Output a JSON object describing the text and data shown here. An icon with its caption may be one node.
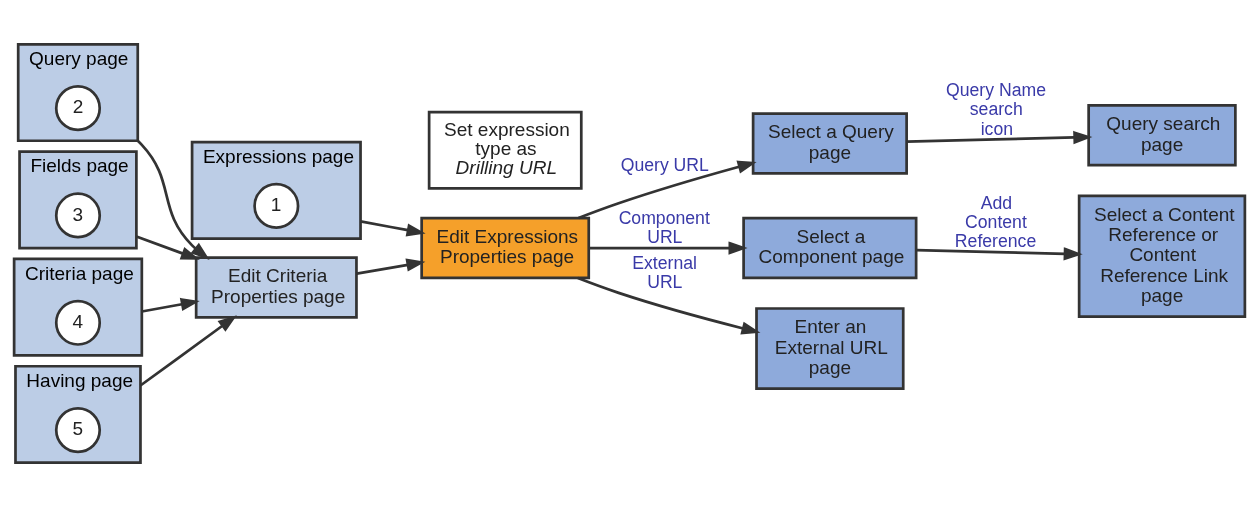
{
  "diagram": {
    "nodes": [
      {
        "text": [
          "Expressions page"
        ]
      },
      {
        "text": [
          "1"
        ],
        "in": 0
      },
      {
        "text": [
          "Query page"
        ]
      },
      {
        "text": [
          "2"
        ],
        "in": 2
      },
      {
        "text": [
          "Fields page"
        ]
      },
      {
        "text": [
          "3"
        ],
        "in": 4
      },
      {
        "text": [
          "Criteria page"
        ]
      },
      {
        "text": [
          "4"
        ],
        "in": 6
      },
      {
        "text": [
          "Having page"
        ]
      },
      {
        "text": [
          "5"
        ],
        "in": 8
      },
      {
        "text": [
          "Edit Criteria Properties page"
        ]
      },
      {
        "text": [
          "Edit Expressions Properties page"
        ]
      },
      {
        "text": [
          "Set expression type as *Drilling URL*"
        ]
      },
      {
        "text": [
          "Select a Query page"
        ]
      },
      {
        "text": [
          "Query search page"
        ]
      },
      {
        "text": [
          "Select a Component page"
        ]
      },
      {
        "text": [
          "Select a Content Reference or Content Reference Link page"
        ]
      },
      {
        "text": [
          "Enter an External URL page"
        ]
      }
    ],
    "edges": [
      {
        "from": 0,
        "to": 11,
        "arrow": "to"
      },
      {
        "from": 2,
        "to": 10,
        "arrow": "to"
      },
      {
        "from": 4,
        "to": 10,
        "arrow": "to"
      },
      {
        "from": 6,
        "to": 10,
        "arrow": "to"
      },
      {
        "from": 8,
        "to": 10,
        "arrow": "to"
      },
      {
        "from": 10,
        "to": 11,
        "arrow": "to"
      },
      {
        "from": 11,
        "to": 13,
        "arrow": "to",
        "label": "Query URL"
      },
      {
        "from": 11,
        "to": 15,
        "arrow": "to",
        "label": "Component URL"
      },
      {
        "from": 11,
        "to": 17,
        "arrow": "to",
        "label": "External URL"
      },
      {
        "from": 13,
        "to": 14,
        "arrow": "to",
        "label": "Query Name search icon"
      },
      {
        "from": 15,
        "to": 16,
        "arrow": "to",
        "label": "Add Content Reference"
      }
    ]
  }
}
